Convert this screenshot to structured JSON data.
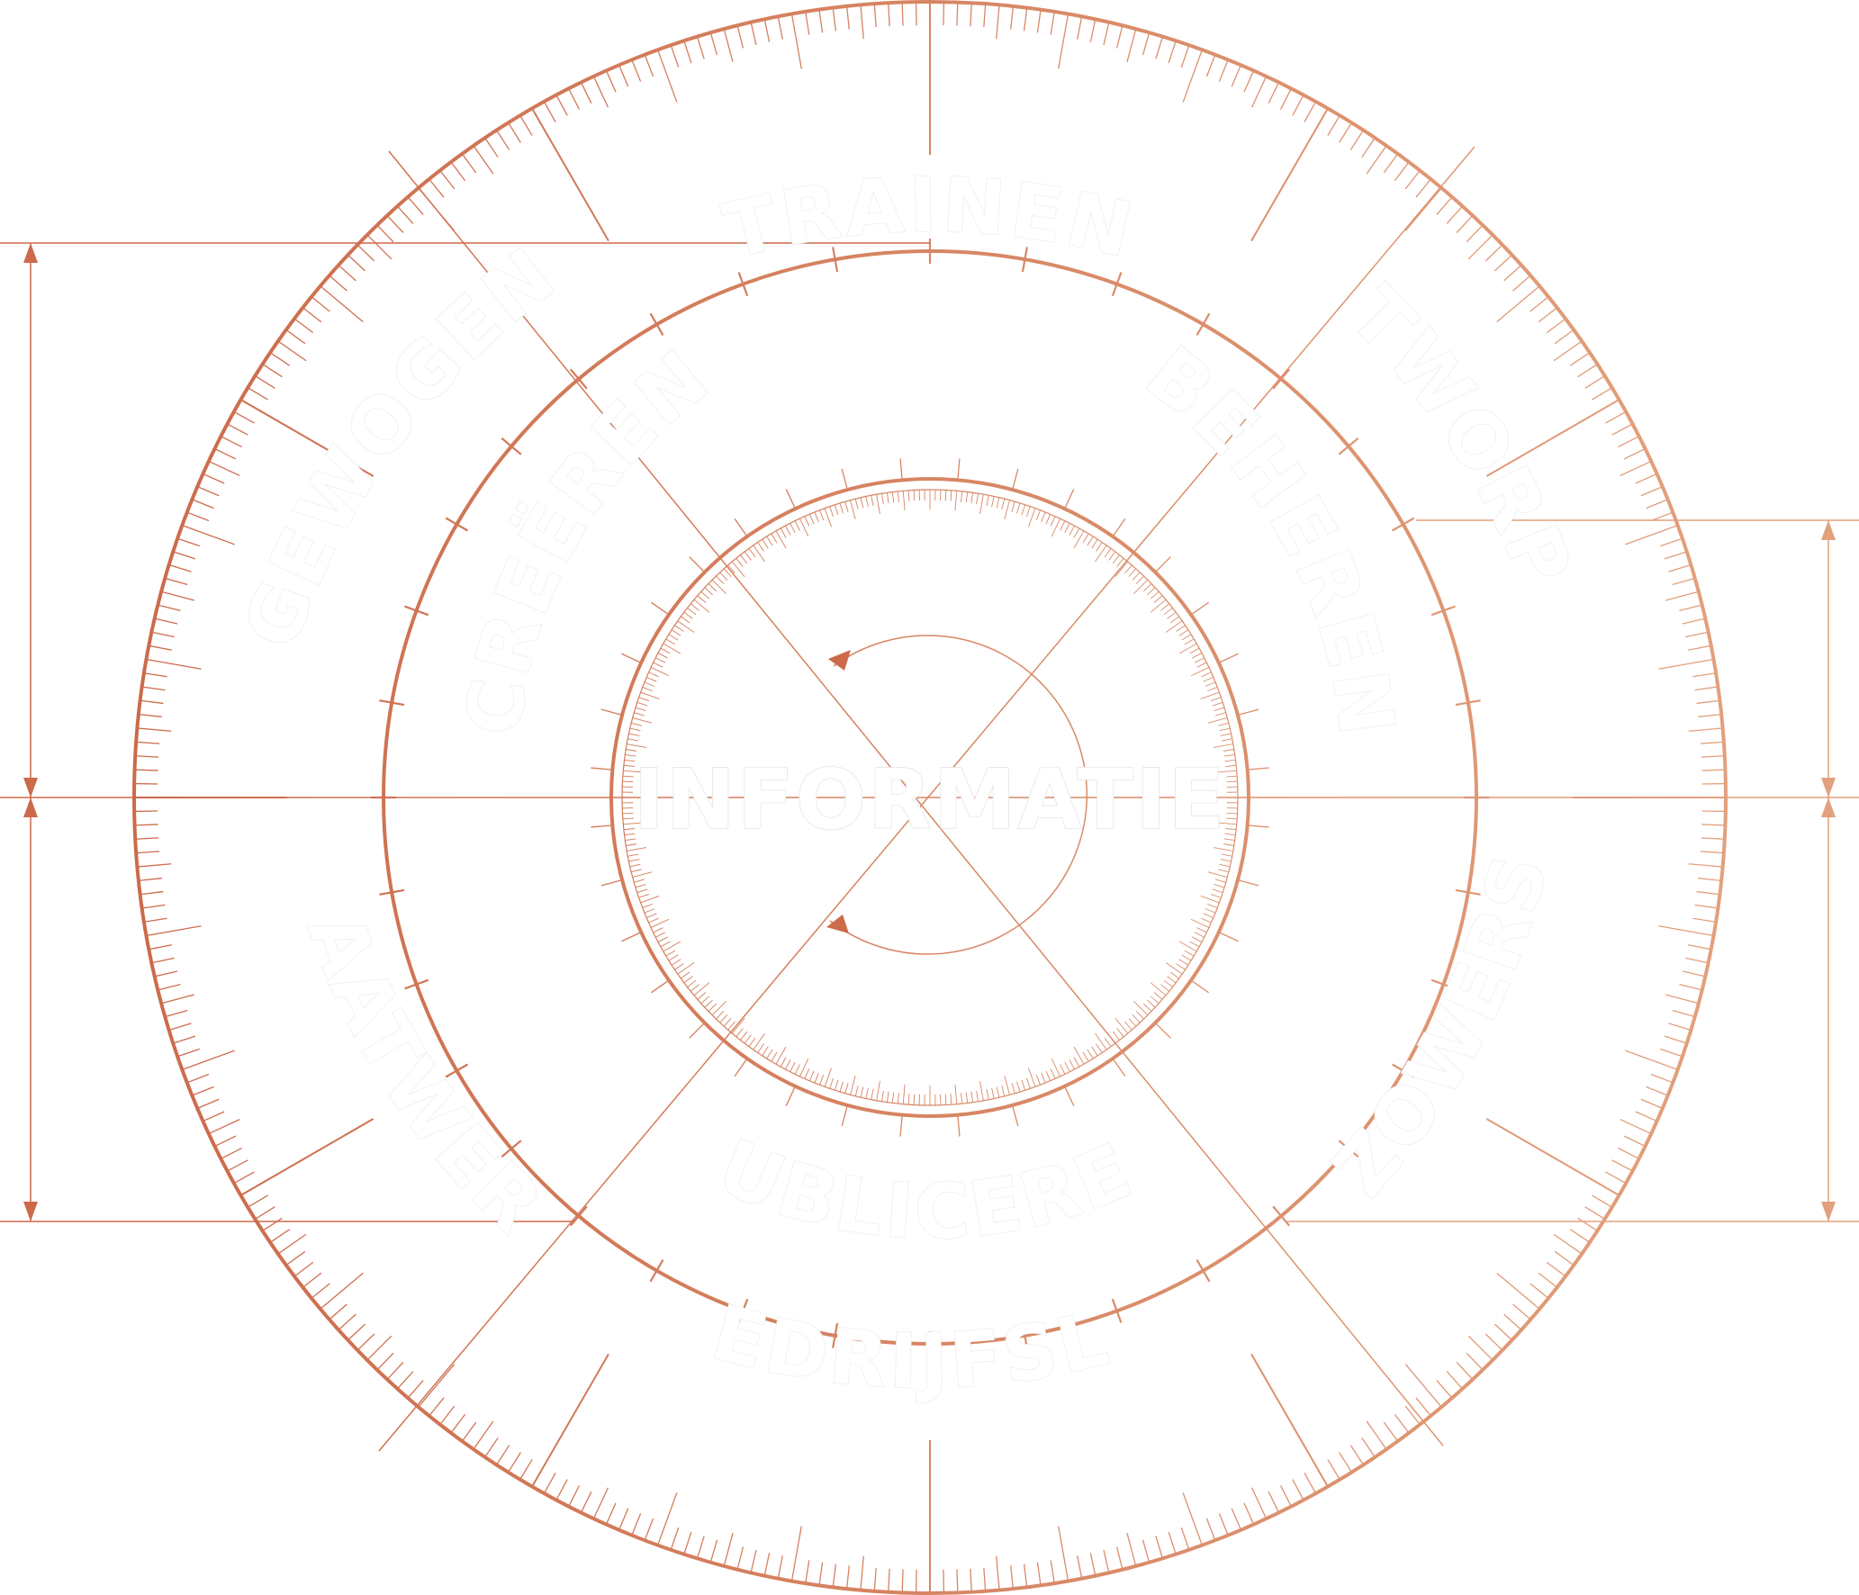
{
  "colors": {
    "stroke_dark": "#cc6a4a",
    "stroke_light": "#e2a07c",
    "label_fill": "#ffffff",
    "label_outline": "#ececec"
  },
  "center": {
    "label": "INFORMATIE"
  },
  "outer_ring": {
    "labels": [
      "TRAINEN",
      "ONTWORPEN",
      "ZOWERS",
      "BEDRIJFSLIG",
      "MAATWERK",
      "GEWOGEN"
    ]
  },
  "middle_ring": {
    "labels": [
      "CREËREN",
      "BEHEREN",
      "PUBLICEREN"
    ]
  },
  "icons": {
    "arrow_upper": "arrowhead-icon",
    "arrow_lower": "arrowhead-icon"
  }
}
